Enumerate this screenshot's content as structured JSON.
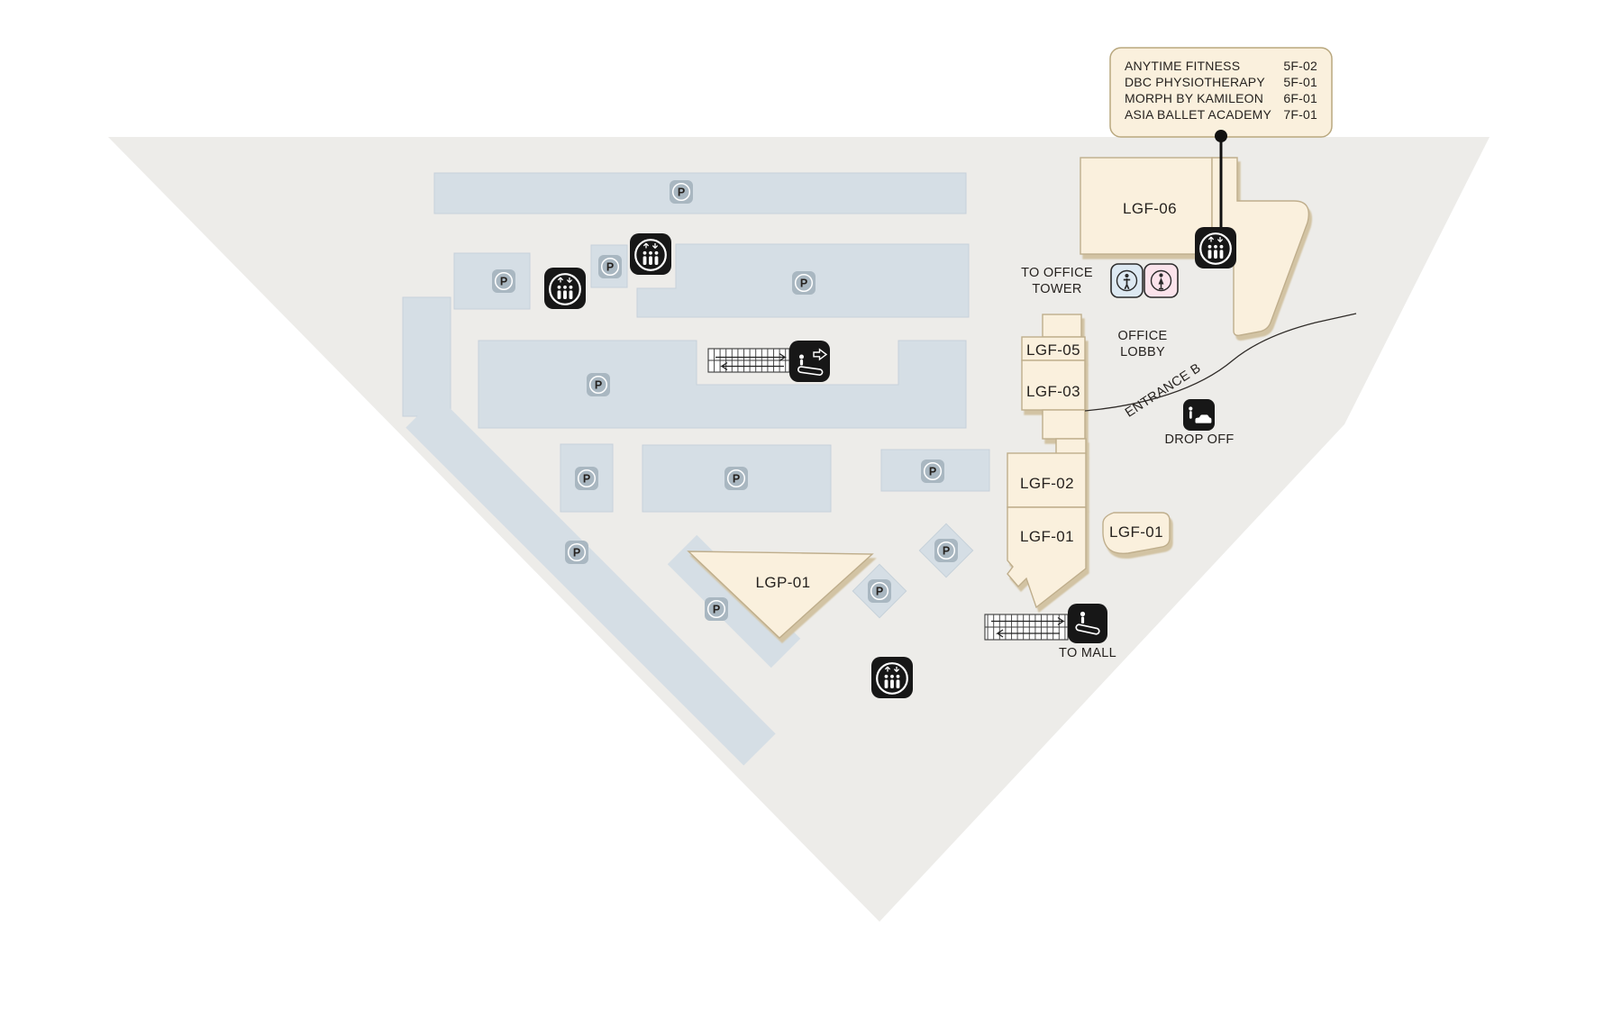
{
  "directory_popup": {
    "rows": [
      {
        "name": "ANYTIME FITNESS",
        "unit": "5F-02"
      },
      {
        "name": "DBC PHYSIOTHERAPY",
        "unit": "5F-01"
      },
      {
        "name": "MORPH BY KAMILEON",
        "unit": "6F-01"
      },
      {
        "name": "ASIA BALLET ACADEMY",
        "unit": "7F-01"
      }
    ]
  },
  "units": {
    "lgf06": "LGF-06",
    "lgf05": "LGF-05",
    "lgf03": "LGF-03",
    "lgf02": "LGF-02",
    "lgf01": "LGF-01",
    "lgf01b": "LGF-01",
    "lgp01": "LGP-01"
  },
  "labels": {
    "to_office_tower_line1": "TO OFFICE",
    "to_office_tower_line2": "TOWER",
    "office_lobby_line1": "OFFICE",
    "office_lobby_line2": "LOBBY",
    "entrance_b": "ENTRANCE B",
    "drop_off": "DROP OFF",
    "to_mall": "TO MALL"
  },
  "icons": {
    "parking_letter": "P",
    "names": [
      "parking-icon",
      "elevator-icon",
      "escalator-icon",
      "escalator-to-mall-icon",
      "drop-off-icon",
      "male-restroom-icon",
      "female-restroom-icon"
    ]
  },
  "colors": {
    "floor": "#edece9",
    "parking_zone": "#d5dee5",
    "unit_fill": "#faf0dd",
    "unit_border": "#bfae8c",
    "unit_shadow": "#d2c3a3",
    "icon_black": "#171717",
    "parking_badge": "#a9b7c1",
    "male_restroom": "#dde9f2",
    "female_restroom": "#fbe3eb",
    "text": "#26221f"
  }
}
